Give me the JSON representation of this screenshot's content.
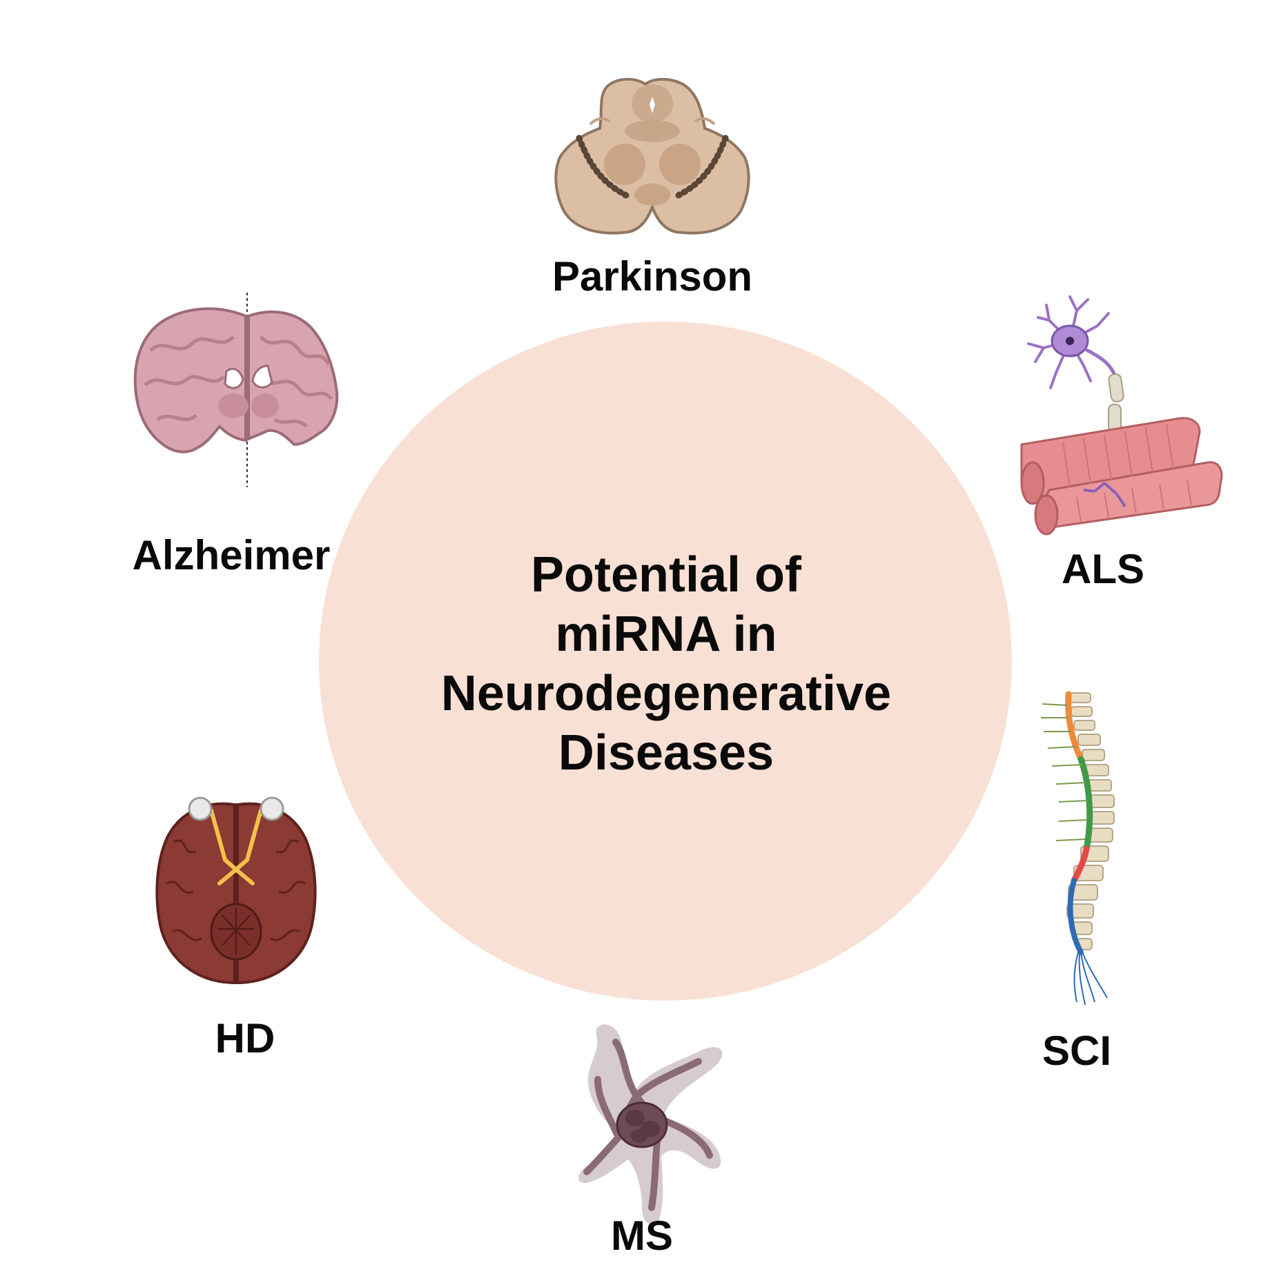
{
  "center": {
    "title_lines": [
      "Potential of",
      "miRNA in",
      "Neurodegenerative",
      "Diseases"
    ],
    "fill_color": "#f9e0d5"
  },
  "diseases": {
    "parkinson": {
      "label": "Parkinson",
      "icon": "midbrain-section-icon"
    },
    "alzheimer": {
      "label": "Alzheimer",
      "icon": "coronal-brain-icon"
    },
    "als": {
      "label": "ALS",
      "icon": "neuron-muscle-icon"
    },
    "hd": {
      "label": "HD",
      "icon": "brain-underside-icon"
    },
    "sci": {
      "label": "SCI",
      "icon": "spinal-column-icon"
    },
    "ms": {
      "label": "MS",
      "icon": "microglia-cell-icon"
    }
  },
  "colors": {
    "parkinson_tissue": "#dcbea4",
    "alzheimer_tissue": "#d8a4b0",
    "neuron": "#9b72c4",
    "muscle": "#e58d8f",
    "hd_tissue": "#8c3a34",
    "hd_nerve": "#f3c14a",
    "ms_cell": "#8a6a74"
  }
}
